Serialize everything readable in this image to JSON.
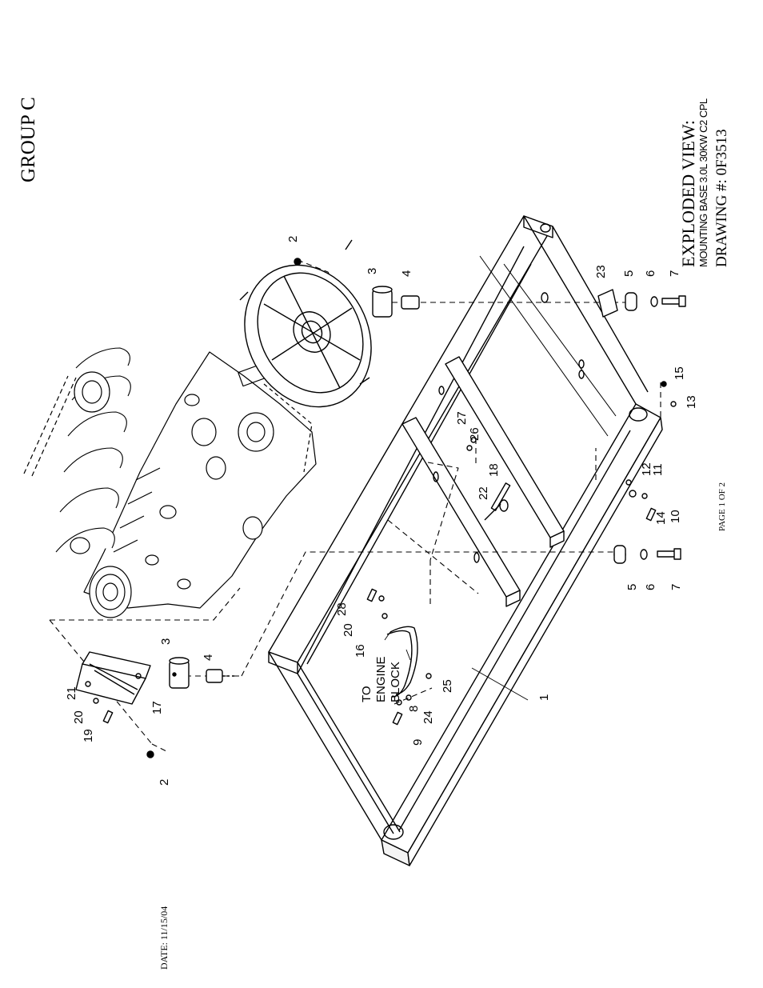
{
  "header": {
    "group": "GROUP C"
  },
  "title_block": {
    "title": "EXPLODED VIEW:",
    "subtitle": "MOUNTING BASE 3.0L 30KW C2 CPL",
    "drawing_label": "DRAWING #: 0F3513"
  },
  "footer": {
    "page": "PAGE 1 OF 2",
    "date": "DATE: 11/15/04"
  },
  "callout": {
    "line1": "TO",
    "line2": "ENGINE",
    "line3": "BLOCK"
  },
  "part_labels": [
    "1",
    "2",
    "2",
    "3",
    "3",
    "4",
    "4",
    "5",
    "5",
    "6",
    "6",
    "7",
    "7",
    "8",
    "9",
    "10",
    "11",
    "12",
    "13",
    "14",
    "15",
    "16",
    "17",
    "18",
    "19",
    "20",
    "20",
    "21",
    "22",
    "23",
    "24",
    "25",
    "26",
    "27",
    "28"
  ]
}
